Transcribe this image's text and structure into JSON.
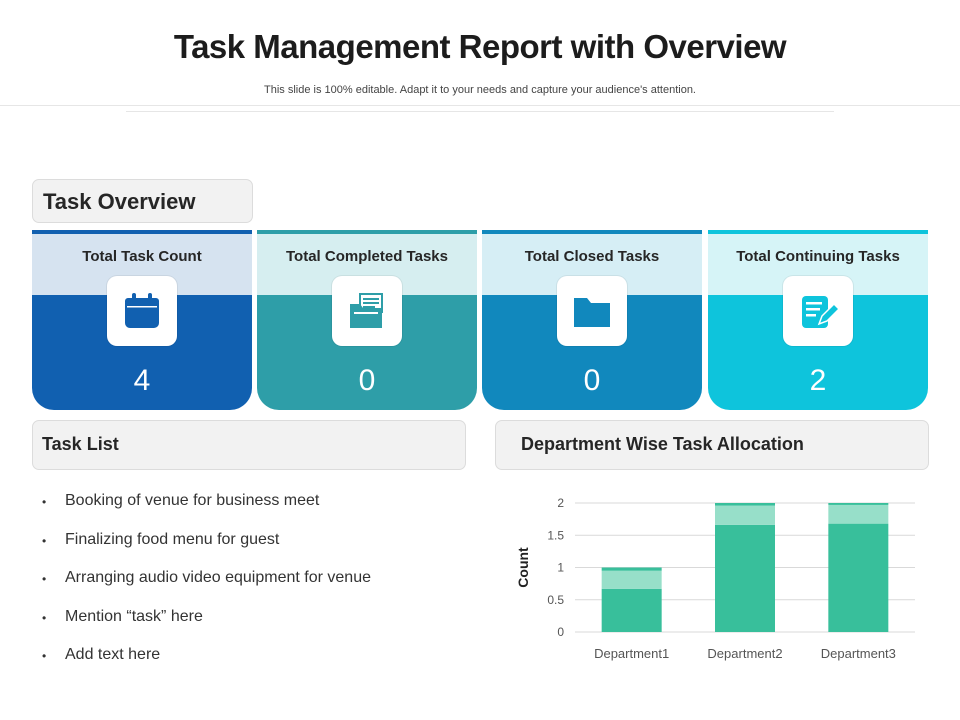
{
  "header": {
    "title": "Task Management Report with Overview",
    "subtitle": "This slide is 100% editable. Adapt it to your needs and capture your audience's attention."
  },
  "overview": {
    "label": "Task Overview",
    "cards": [
      {
        "title": "Total Task Count",
        "value": "4",
        "icon": "calendar-icon",
        "head_color": "#d6e3f0",
        "body_color": "#1160b0"
      },
      {
        "title": "Total Completed Tasks",
        "value": "0",
        "icon": "folder-documents-icon",
        "head_color": "#d6eef0",
        "body_color": "#2e9ea8"
      },
      {
        "title": "Total Closed Tasks",
        "value": "0",
        "icon": "folder-icon",
        "head_color": "#d6eef5",
        "body_color": "#1188bd"
      },
      {
        "title": "Total Continuing Tasks",
        "value": "2",
        "icon": "edit-document-icon",
        "head_color": "#d6f4f7",
        "body_color": "#0ec4dc"
      }
    ]
  },
  "task_list": {
    "label": "Task List",
    "items": [
      "Booking of venue for business meet",
      "Finalizing food menu for guest",
      "Arranging audio video equipment for venue",
      "Mention “task” here",
      "Add text here"
    ]
  },
  "department_chart": {
    "label": "Department Wise Task Allocation"
  },
  "chart_data": {
    "type": "bar",
    "stacked": true,
    "categories": [
      "Department1",
      "Department2",
      "Department3"
    ],
    "series": [
      {
        "values": [
          0.67,
          1.66,
          1.68
        ],
        "color": "#38bf9b"
      },
      {
        "values": [
          0.28,
          0.3,
          0.29
        ],
        "color": "#97dfc9"
      },
      {
        "values": [
          0.05,
          0.04,
          0.03
        ],
        "color": "#38bf9b"
      }
    ],
    "ylabel": "Count",
    "yticks": [
      "0",
      "0.5",
      "1",
      "1.5",
      "2"
    ],
    "ylim": [
      0,
      2
    ],
    "grid": true
  }
}
